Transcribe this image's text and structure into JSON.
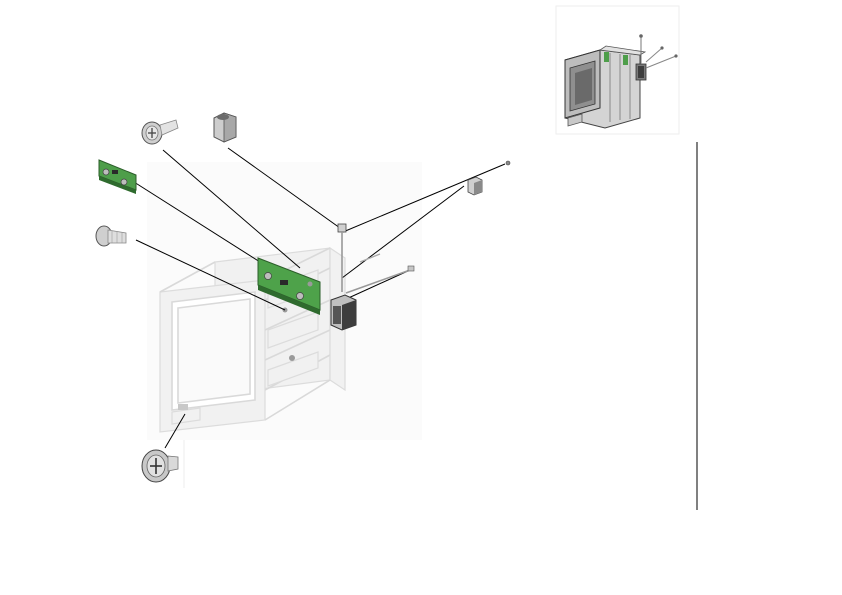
{
  "figure": {
    "type": "exploded-assembly-view",
    "callout_labels": [],
    "colors": {
      "background": "#ffffff",
      "ghost_housing": "#dcdcdc",
      "leader_line": "#000000",
      "circuit_board": "#3a8f3a",
      "metal_part": "#b8b8b8",
      "dark_part": "#555555"
    },
    "parts": [
      "phillips-pan-head-screw-small",
      "hex-spacer-standoff",
      "circuit-board",
      "pan-head-screw",
      "phillips-flange-screw",
      "connector-clip",
      "connector-block",
      "cable-pin"
    ],
    "inset": "assembled-unit-thumbnail"
  }
}
